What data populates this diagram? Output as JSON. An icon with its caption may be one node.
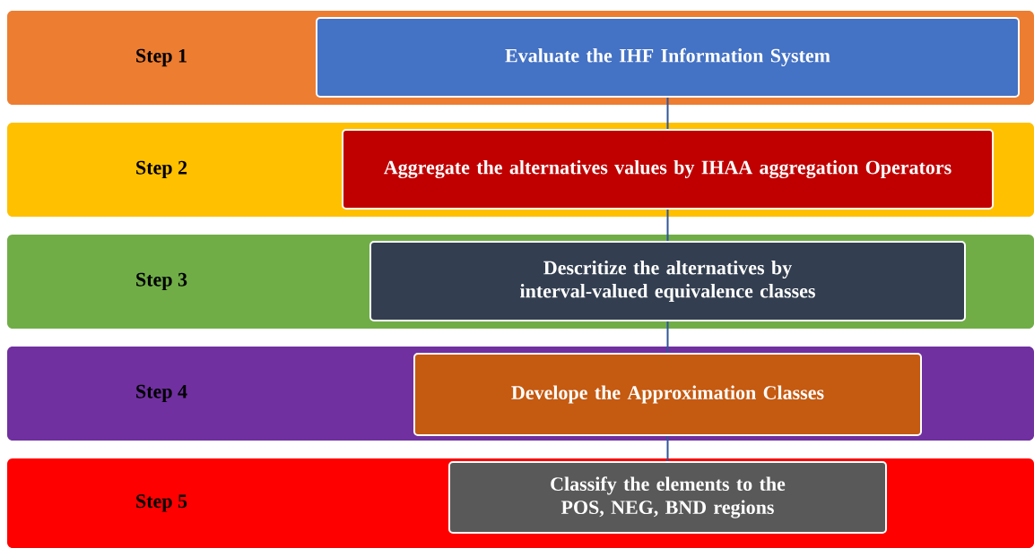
{
  "diagram": {
    "nodes": [
      {
        "text": [
          "Step 1"
        ]
      },
      {
        "text": [
          "Evaluate the IHF Information System"
        ],
        "in": 0
      },
      {
        "text": [
          "Step 2"
        ]
      },
      {
        "text": [
          "Aggregate the alternatives values by IHAA aggregation Operators"
        ],
        "in": 2
      },
      {
        "text": [
          "Step 3"
        ]
      },
      {
        "text": [
          "Descritize the alternatives by interval-valued equivalence classes"
        ],
        "in": 4
      },
      {
        "text": [
          "Step 4"
        ]
      },
      {
        "text": [
          "Develope the Approximation Classes"
        ],
        "in": 6
      },
      {
        "text": [
          "Step 5"
        ]
      },
      {
        "text": [
          "Classify the elements to the  POS, NEG, BND regions"
        ],
        "in": 8
      }
    ],
    "edges": [
      {
        "from": 1,
        "to": 3,
        "arrow": "none"
      },
      {
        "from": 3,
        "to": 5,
        "arrow": "none"
      },
      {
        "from": 5,
        "to": 7,
        "arrow": "none"
      },
      {
        "from": 7,
        "to": 9,
        "arrow": "none"
      }
    ]
  }
}
